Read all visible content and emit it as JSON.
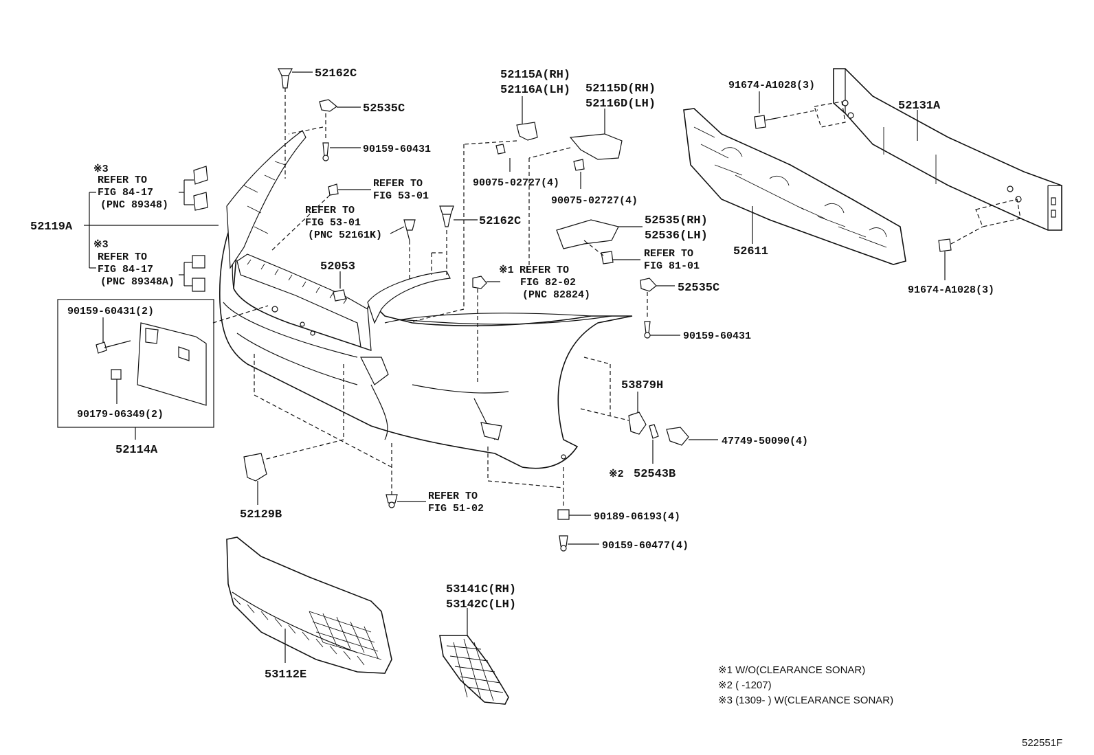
{
  "labels": {
    "p52162C_top": "52162C",
    "p52535C_top": "52535C",
    "p90159_60431_top": "90159-60431",
    "p52115A": "52115A(RH)",
    "p52116A": "52116A(LH)",
    "p52115D": "52115D(RH)",
    "p52116D": "52116D(LH)",
    "p90075_a": "90075-02727(4)",
    "p90075_b": "90075-02727(4)",
    "p91674_top": "91674-A1028(3)",
    "p52131A": "52131A",
    "p91674_bot": "91674-A1028(3)",
    "p52611": "52611",
    "p52162C_mid": "52162C",
    "p52535RH": "52535(RH)",
    "p52536LH": "52536(LH)",
    "p52119A": "52119A",
    "p52053": "52053",
    "p52535C_right": "52535C",
    "p90159_60431_right": "90159-60431",
    "p90159_60431_box": "90159-60431(2)",
    "p90179": "90179-06349(2)",
    "p52114A": "52114A",
    "p53879H": "53879H",
    "p47749": "47749-50090(4)",
    "p52543B": "52543B",
    "p52129B": "52129B",
    "p90189": "90189-06193(4)",
    "p90159_60477": "90159-60477(4)",
    "p53141C": "53141C(RH)",
    "p53142C": "53142C(LH)",
    "p53112E": "53112E",
    "mark_52543B": "※2"
  },
  "refs": {
    "ref_84_17_a": {
      "mark": "※3",
      "line1": "REFER TO",
      "line2": "FIG 84-17",
      "line3": "(PNC 89348)"
    },
    "ref_84_17_b": {
      "mark": "※3",
      "line1": "REFER TO",
      "line2": "FIG 84-17",
      "line3": "(PNC 89348A)"
    },
    "ref_53_01_a": {
      "line1": "REFER TO",
      "line2": "FIG 53-01"
    },
    "ref_53_01_b": {
      "line1": "REFER TO",
      "line2": "FIG 53-01",
      "line3": "(PNC 52161K)"
    },
    "ref_82_02": {
      "mark": "※1",
      "line1": "REFER TO",
      "line2": "FIG 82-02",
      "line3": "(PNC 82824)"
    },
    "ref_81_01": {
      "line1": "REFER TO",
      "line2": "FIG 81-01"
    },
    "ref_51_02": {
      "line1": "REFER TO",
      "line2": "FIG 51-02"
    }
  },
  "notes": {
    "n1": "※1 W/O(CLEARANCE SONAR)",
    "n2": "※2 (       -1207)",
    "n3": "※3 (1309-       ) W(CLEARANCE SONAR)"
  },
  "figure_id": "522551F"
}
